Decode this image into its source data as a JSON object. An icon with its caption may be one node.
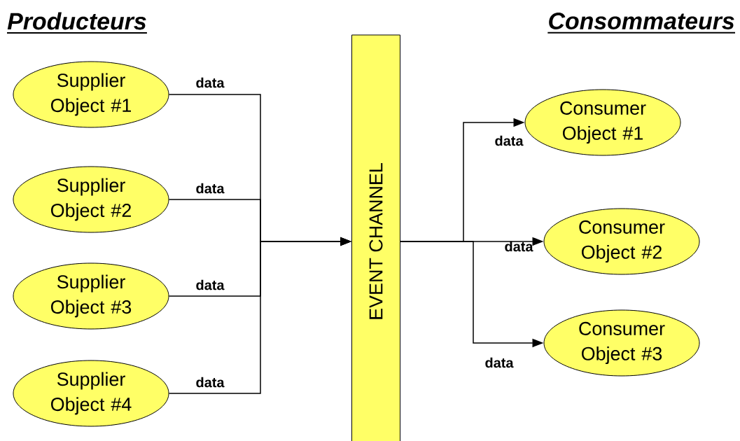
{
  "diagram": {
    "nodes": [
      {
        "text": [
          "Supplier Object #1"
        ]
      },
      {
        "text": [
          "Supplier Object #2"
        ]
      },
      {
        "text": [
          "Supplier Object #3"
        ]
      },
      {
        "text": [
          "Supplier Object #4"
        ]
      },
      {
        "text": [
          "EVENT CHANNEL"
        ]
      },
      {
        "text": [
          "Consumer Object #1"
        ]
      },
      {
        "text": [
          "Consumer Object #2"
        ]
      },
      {
        "text": [
          "Consumer Object #3"
        ]
      }
    ],
    "edges": [
      {
        "from": 0,
        "to": 4,
        "arrow": "to",
        "label": "data"
      },
      {
        "from": 1,
        "to": 4,
        "arrow": "to",
        "label": "data"
      },
      {
        "from": 2,
        "to": 4,
        "arrow": "to",
        "label": "data"
      },
      {
        "from": 3,
        "to": 4,
        "arrow": "to",
        "label": "data"
      },
      {
        "from": 4,
        "to": 5,
        "arrow": "to",
        "label": "data"
      },
      {
        "from": 4,
        "to": 6,
        "arrow": "to",
        "label": "data"
      },
      {
        "from": 4,
        "to": 7,
        "arrow": "to",
        "label": "data"
      }
    ],
    "labels": [
      "Producteurs",
      "Consommateurs"
    ]
  }
}
